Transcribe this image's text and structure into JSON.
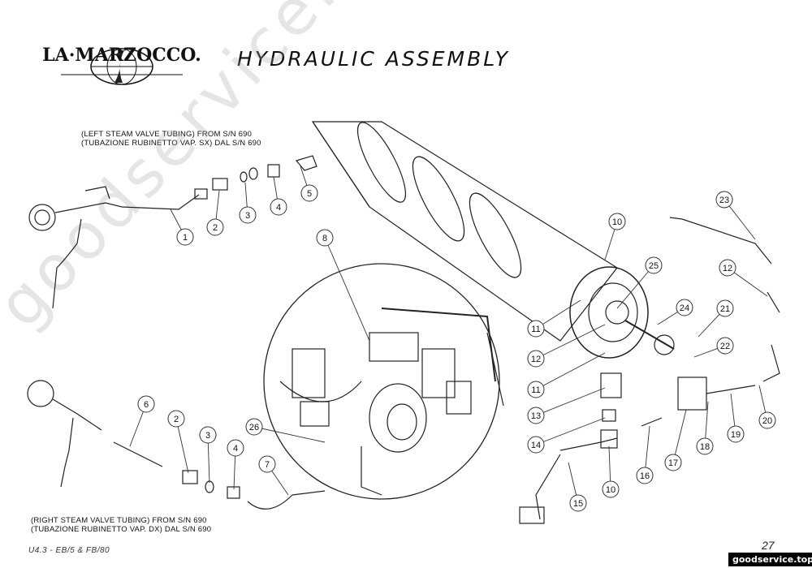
{
  "brand": {
    "name": "LA·MARZOCCO.",
    "icon": "globe-logo-icon"
  },
  "title": "HYDRAULIC ASSEMBLY",
  "notes": {
    "left_line1": "(LEFT STEAM VALVE TUBING) FROM S/N 690",
    "left_line2": "(TUBAZIONE RUBINETTO VAP. SX) DAL S/N 690",
    "right_line1": "(RIGHT STEAM VALVE TUBING) FROM S/N 690",
    "right_line2": "(TUBAZIONE RUBINETTO VAP. DX) DAL S/N 690"
  },
  "model_code": "U4.3 - EB/5 & FB/80",
  "page_number": "27",
  "site": "goodservice.top",
  "watermark": "goodservice.top",
  "callouts": [
    "1",
    "2",
    "3",
    "4",
    "5",
    "6",
    "2",
    "3",
    "4",
    "7",
    "8",
    "10",
    "25",
    "24",
    "11",
    "12",
    "11",
    "21",
    "22",
    "13",
    "14",
    "10",
    "15",
    "16",
    "17",
    "18",
    "19",
    "20",
    "23",
    "12",
    "26"
  ]
}
